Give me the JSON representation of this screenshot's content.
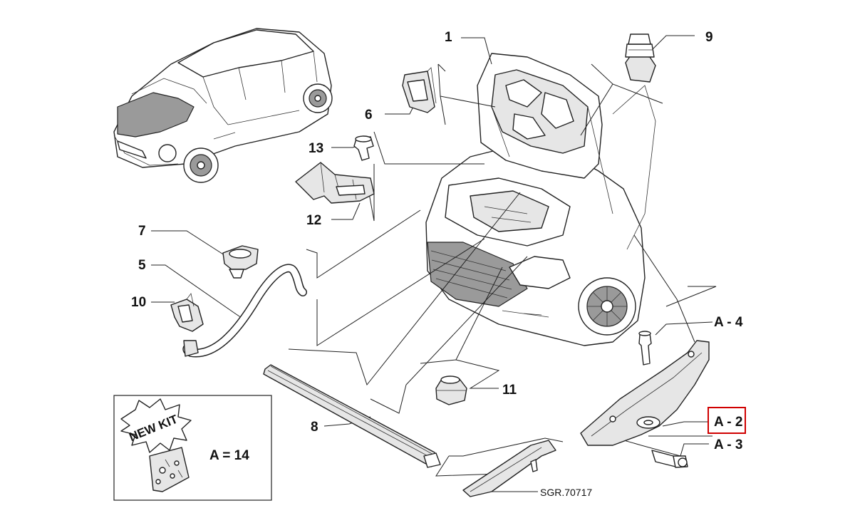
{
  "colors": {
    "line": "#222222",
    "highlight": "#d00000",
    "fill": "#e6e6e6"
  },
  "callouts": [
    {
      "id": "1",
      "text": "1"
    },
    {
      "id": "5",
      "text": "5"
    },
    {
      "id": "6",
      "text": "6"
    },
    {
      "id": "7",
      "text": "7"
    },
    {
      "id": "8",
      "text": "8"
    },
    {
      "id": "9",
      "text": "9"
    },
    {
      "id": "10",
      "text": "10"
    },
    {
      "id": "11",
      "text": "11"
    },
    {
      "id": "12",
      "text": "12"
    },
    {
      "id": "13",
      "text": "13"
    },
    {
      "id": "A-2",
      "text": "A - 2",
      "highlighted": true
    },
    {
      "id": "A-3",
      "text": "A - 3"
    },
    {
      "id": "A-4",
      "text": "A - 4"
    }
  ],
  "kit": {
    "badge": "NEW KIT",
    "equation": "A = 14"
  },
  "reference_code": "SGR.70717"
}
